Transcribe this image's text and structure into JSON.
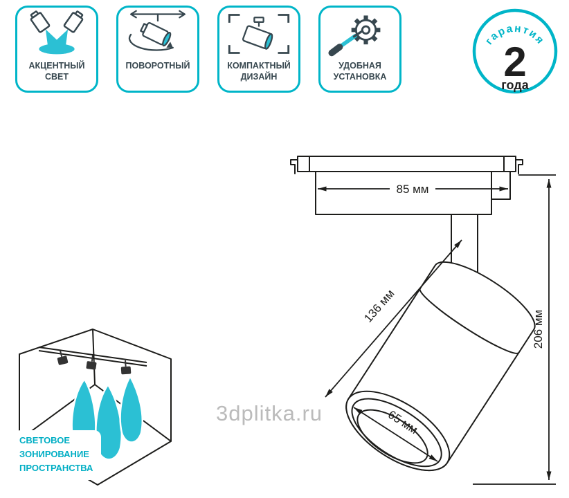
{
  "features": [
    {
      "label": "АКЦЕНТНЫЙ СВЕТ",
      "icon": "accent-light-icon"
    },
    {
      "label": "ПОВОРОТНЫЙ",
      "icon": "rotate-icon"
    },
    {
      "label": "КОМПАКТНЫЙ ДИЗАЙН",
      "icon": "compact-design-icon"
    },
    {
      "label": "УДОБНАЯ УСТАНОВКА",
      "icon": "easy-install-icon"
    }
  ],
  "warranty": {
    "arc_label": "гарантия",
    "value": "2",
    "unit": "года"
  },
  "drawing": {
    "dimensions": {
      "track_width": "85 мм",
      "body_length": "136 мм",
      "total_height": "206 мм",
      "head_diameter": "65 мм"
    }
  },
  "zoning": {
    "lines": [
      "СВЕТОВОЕ",
      "ЗОНИРОВАНИЕ",
      "ПРОСТРАНСТВА"
    ]
  },
  "watermark": "3dplitka.ru",
  "colors": {
    "accent_teal": "#00b5c8",
    "icon_teal": "#2bc0d4",
    "label_dark": "#37474f",
    "line_black": "#1d1d1b",
    "watermark_gray": "#a9a9a9"
  }
}
